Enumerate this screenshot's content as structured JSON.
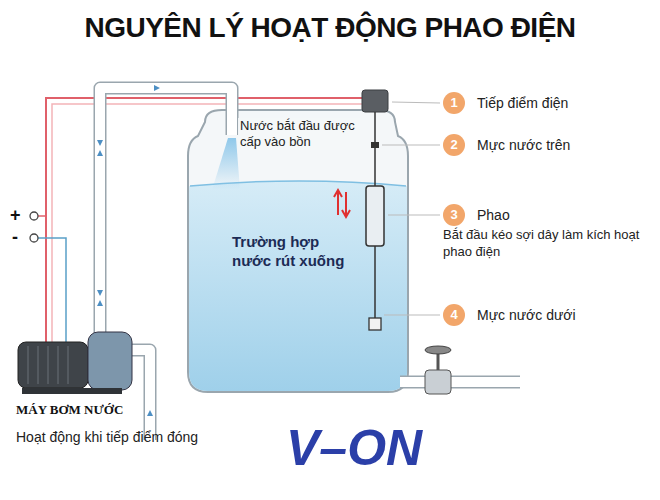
{
  "diagram": {
    "title": "NGUYÊN LÝ HOẠT ĐỘNG PHAO ĐIỆN",
    "nodes": [
      {
        "text": [
          "1",
          "Tiếp điểm điện"
        ]
      },
      {
        "text": [
          "2",
          "Mực nước trên"
        ]
      },
      {
        "text": [
          "3",
          "Phao",
          "Bắt đầu kéo sợi dây làm kích hoạt phao điện"
        ]
      },
      {
        "text": [
          "4",
          "Mực nước dưới"
        ]
      }
    ],
    "labels": [
      "Nước bắt đầu được cấp vào bồn",
      "Trường hợp nước rút xuống",
      "+",
      "-",
      "MÁY BƠM NƯỚC",
      "Hoạt động khi tiếp điểm đóng",
      "V–ON"
    ]
  }
}
